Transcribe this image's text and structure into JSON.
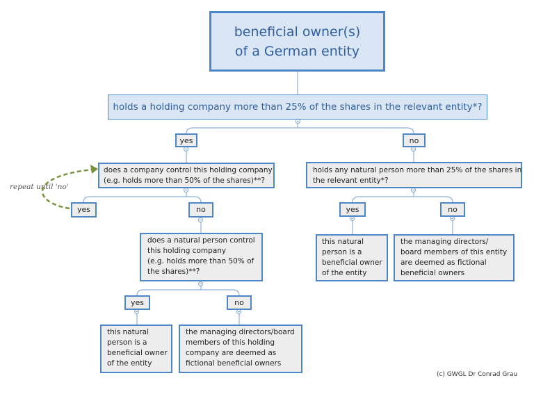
{
  "title": {
    "line1": "beneficial owner(s)",
    "line2": "of a German entity"
  },
  "root_question": "holds a holding company more than 25% of the shares in the relevant entity*?",
  "left_branch": {
    "answer": "yes",
    "question": [
      "does a company control this holding company",
      " (e.g. holds more than 50% of the shares)**?"
    ],
    "loop_annotation": "repeat until 'no'",
    "yes": "yes",
    "no": "no",
    "sub_question": [
      "does a natural person control",
      "this holding company",
      " (e.g. holds more than 50% of",
      "the shares)**?"
    ],
    "sub_yes": "yes",
    "sub_no": "no",
    "sub_yes_result": [
      "this natural",
      "person is a",
      "beneficial owner",
      "of the entity"
    ],
    "sub_no_result": [
      "the managing directors/board",
      "members of this holding",
      "company are deemed as",
      "fictional beneficial owners"
    ]
  },
  "right_branch": {
    "answer": "no",
    "question": [
      "holds any natural person more than 25% of the shares in",
      "the relevant entity*?"
    ],
    "yes": "yes",
    "no": "no",
    "yes_result": [
      "this natural",
      "person is a",
      "beneficial owner",
      "of the entity"
    ],
    "no_result": [
      "the managing directors/",
      "board members of this entity",
      "are deemed as fictional",
      "beneficial owners"
    ]
  },
  "copyright": "(c) GWGL Dr Conrad Grau",
  "colors": {
    "border": "#4d87c7",
    "title_fill": "#dae6f3",
    "node_fill": "#ededed",
    "title_text": "#2f5f9e",
    "connector": "#8db0d9",
    "loop_arrow": "#77933c"
  }
}
